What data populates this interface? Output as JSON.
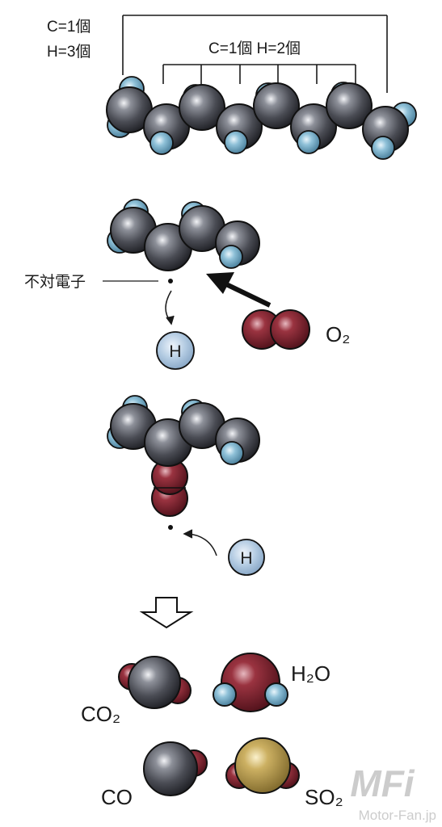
{
  "labels": {
    "terminal_group": [
      "C=1個",
      "H=3個"
    ],
    "chain_unit": "C=1個 H=2個",
    "unpaired_electron": "不対電子",
    "hydrogen_atom_1": "H",
    "hydrogen_atom_2": "H",
    "oxygen_molecule": "O₂",
    "water": "H₂O",
    "carbon_dioxide": "CO₂",
    "carbon_monoxide": "CO",
    "sulfur_dioxide": "SO₂"
  },
  "watermark": {
    "logo_text": "MFi",
    "site": "Motor-Fan.jp"
  },
  "colors": {
    "carbon": "#3d3f46",
    "hydrogen": "#7fb3cc",
    "oxygen": "#7a1f2b",
    "sulfur": "#c6a64f",
    "free_hydrogen": "#a9c4de",
    "line": "#1a1a1a"
  }
}
